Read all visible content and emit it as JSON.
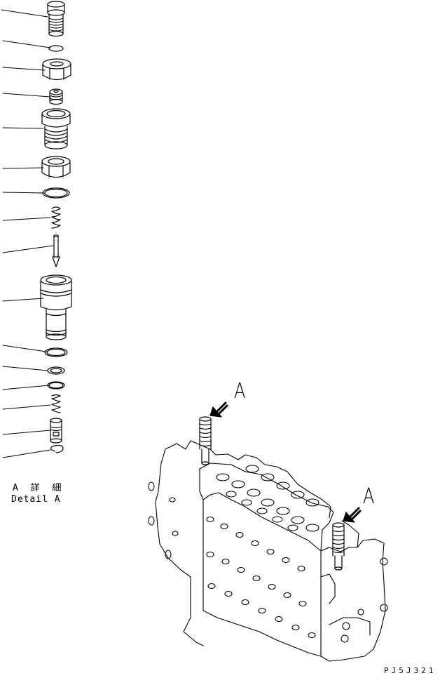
{
  "detail": {
    "japanese": "A 詳 細",
    "english": "Detail A"
  },
  "view_marks": [
    "A",
    "A"
  ],
  "drawing_code": "PJ5J321",
  "colors": {
    "line": "#000000",
    "background": "#ffffff"
  },
  "parts": [
    {
      "icon": "screw-plug-icon"
    },
    {
      "icon": "small-o-ring-icon"
    },
    {
      "icon": "lock-nut-icon"
    },
    {
      "icon": "poppet-icon"
    },
    {
      "icon": "threaded-sleeve-icon"
    },
    {
      "icon": "large-nut-icon"
    },
    {
      "icon": "o-ring-icon"
    },
    {
      "icon": "spring-icon"
    },
    {
      "icon": "pin-icon"
    },
    {
      "icon": "valve-body-icon"
    },
    {
      "icon": "o-ring-icon"
    },
    {
      "icon": "backup-ring-icon"
    },
    {
      "icon": "o-ring-icon"
    },
    {
      "icon": "spring-icon"
    },
    {
      "icon": "plunger-icon"
    },
    {
      "icon": "snap-ring-icon"
    }
  ]
}
